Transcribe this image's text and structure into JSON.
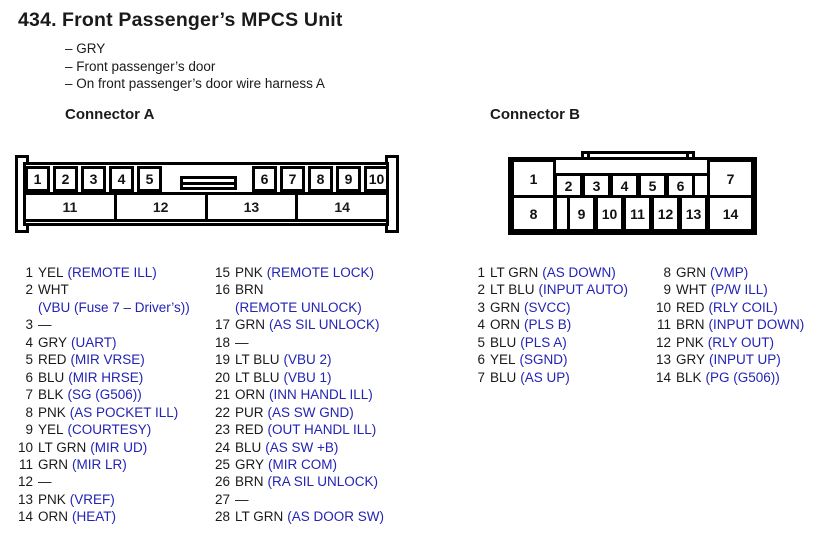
{
  "header": {
    "number": "434.",
    "title": "Front Passenger’s MPCS Unit"
  },
  "details": [
    "– GRY",
    "– Front passenger’s door",
    "– On front passenger’s door wire harness A"
  ],
  "colors": {
    "signal_blue": "#2323b4",
    "text_black": "#1a1a1a",
    "line_black": "#000000"
  },
  "connector_a": {
    "label": "Connector A",
    "top_pins": [
      "1",
      "2",
      "3",
      "4",
      "5",
      "6",
      "7",
      "8",
      "9",
      "10"
    ],
    "bottom_pins": [
      "11",
      "12",
      "13",
      "14"
    ],
    "pins_col1": [
      {
        "num": "1",
        "wire": "YEL",
        "signal": "(REMOTE ILL)"
      },
      {
        "num": "2",
        "wire": "WHT",
        "signal": "",
        "signal2": "(VBU (Fuse 7 – Driver’s))"
      },
      {
        "num": "3",
        "wire": "—",
        "signal": ""
      },
      {
        "num": "4",
        "wire": "GRY",
        "signal": "(UART)"
      },
      {
        "num": "5",
        "wire": "RED",
        "signal": "(MIR VRSE)"
      },
      {
        "num": "6",
        "wire": "BLU",
        "signal": "(MIR HRSE)"
      },
      {
        "num": "7",
        "wire": "BLK",
        "signal": "(SG (G506))"
      },
      {
        "num": "8",
        "wire": "PNK",
        "signal": "(AS POCKET ILL)"
      },
      {
        "num": "9",
        "wire": "YEL",
        "signal": "(COURTESY)"
      },
      {
        "num": "10",
        "wire": "LT GRN",
        "signal": "(MIR UD)"
      },
      {
        "num": "11",
        "wire": "GRN",
        "signal": "(MIR LR)"
      },
      {
        "num": "12",
        "wire": "—",
        "signal": ""
      },
      {
        "num": "13",
        "wire": "PNK",
        "signal": "(VREF)"
      },
      {
        "num": "14",
        "wire": "ORN",
        "signal": "(HEAT)"
      }
    ],
    "pins_col2": [
      {
        "num": "15",
        "wire": "PNK",
        "signal": "(REMOTE LOCK)"
      },
      {
        "num": "16",
        "wire": "BRN",
        "signal": "",
        "signal2": "(REMOTE UNLOCK)"
      },
      {
        "num": "17",
        "wire": "GRN",
        "signal": "(AS SIL UNLOCK)"
      },
      {
        "num": "18",
        "wire": "—",
        "signal": ""
      },
      {
        "num": "19",
        "wire": "LT BLU",
        "signal": "(VBU 2)"
      },
      {
        "num": "20",
        "wire": "LT BLU",
        "signal": "(VBU 1)"
      },
      {
        "num": "21",
        "wire": "ORN",
        "signal": "(INN HANDL ILL)"
      },
      {
        "num": "22",
        "wire": "PUR",
        "signal": "(AS SW GND)"
      },
      {
        "num": "23",
        "wire": "RED",
        "signal": "(OUT HANDL ILL)"
      },
      {
        "num": "24",
        "wire": "BLU",
        "signal": "(AS SW +B)"
      },
      {
        "num": "25",
        "wire": "GRY",
        "signal": "(MIR COM)"
      },
      {
        "num": "26",
        "wire": "BRN",
        "signal": "(RA SIL UNLOCK)"
      },
      {
        "num": "27",
        "wire": "—",
        "signal": ""
      },
      {
        "num": "28",
        "wire": "LT GRN",
        "signal": "(AS DOOR SW)"
      }
    ]
  },
  "connector_b": {
    "label": "Connector B",
    "corner_pins": {
      "p1": "1",
      "p7": "7",
      "p8": "8",
      "p14": "14"
    },
    "row1_pins": [
      "2",
      "3",
      "4",
      "5",
      "6"
    ],
    "row2_pins": [
      "9",
      "10",
      "11",
      "12",
      "13"
    ],
    "pins_col1": [
      {
        "num": "1",
        "wire": "LT GRN",
        "signal": "(AS DOWN)"
      },
      {
        "num": "2",
        "wire": "LT BLU",
        "signal": "(INPUT AUTO)"
      },
      {
        "num": "3",
        "wire": "GRN",
        "signal": "(SVCC)"
      },
      {
        "num": "4",
        "wire": "ORN",
        "signal": "(PLS B)"
      },
      {
        "num": "5",
        "wire": "BLU",
        "signal": "(PLS A)"
      },
      {
        "num": "6",
        "wire": "YEL",
        "signal": "(SGND)"
      },
      {
        "num": "7",
        "wire": "BLU",
        "signal": "(AS UP)"
      }
    ],
    "pins_col2": [
      {
        "num": "8",
        "wire": "GRN",
        "signal": "(VMP)"
      },
      {
        "num": "9",
        "wire": "WHT",
        "signal": "(P/W ILL)"
      },
      {
        "num": "10",
        "wire": "RED",
        "signal": "(RLY COIL)"
      },
      {
        "num": "11",
        "wire": "BRN",
        "signal": "(INPUT DOWN)"
      },
      {
        "num": "12",
        "wire": "PNK",
        "signal": "(RLY OUT)"
      },
      {
        "num": "13",
        "wire": "GRY",
        "signal": "(INPUT UP)"
      },
      {
        "num": "14",
        "wire": "BLK",
        "signal": "(PG (G506))"
      }
    ]
  }
}
